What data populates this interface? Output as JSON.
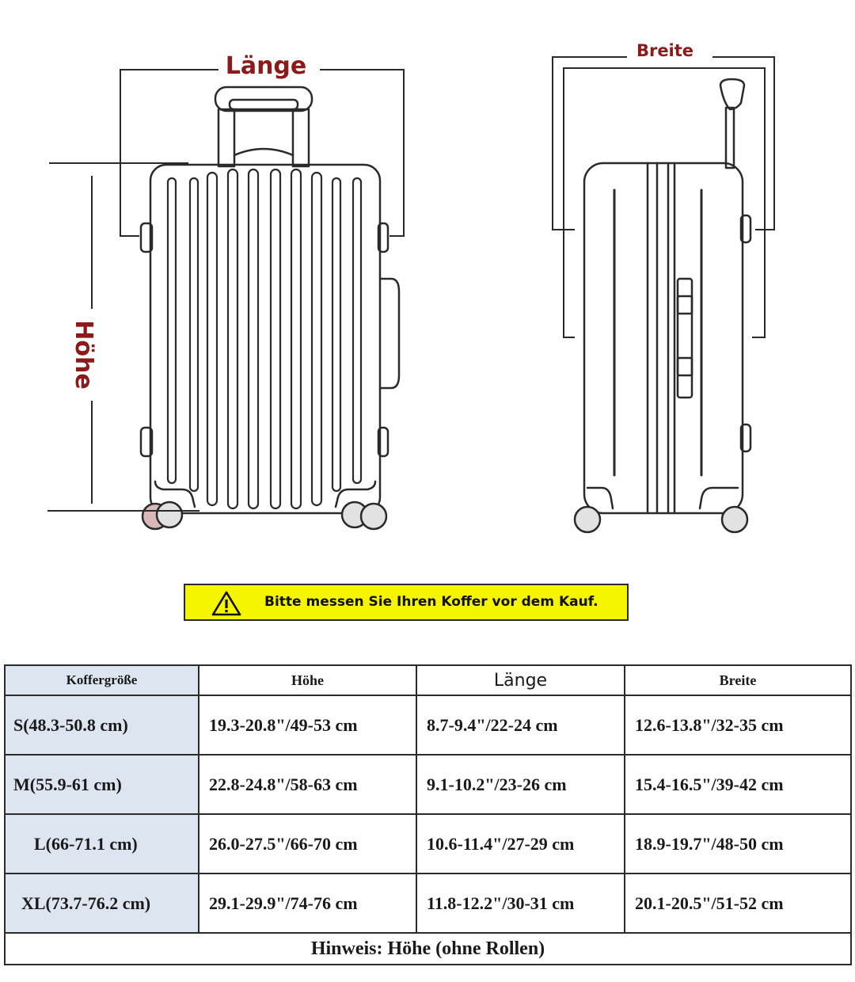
{
  "diagram": {
    "label_length": "Länge",
    "label_height": "Höhe",
    "label_width": "Breite",
    "label_color": "#8b1a1a"
  },
  "warning": {
    "icon": "warning-triangle-icon",
    "text": "Bitte messen Sie Ihren Koffer vor dem Kauf.",
    "background": "#f5f500"
  },
  "table": {
    "headers": [
      "Koffergröße",
      "Höhe",
      "Länge",
      "Breite"
    ],
    "rows": [
      {
        "size": "S(48.3-50.8 cm)",
        "hoehe": "19.3-20.8\"/49-53 cm",
        "laenge": "8.7-9.4\"/22-24 cm",
        "breite": "12.6-13.8\"/32-35 cm"
      },
      {
        "size": "M(55.9-61 cm)",
        "hoehe": "22.8-24.8\"/58-63 cm",
        "laenge": "9.1-10.2\"/23-26 cm",
        "breite": "15.4-16.5\"/39-42 cm"
      },
      {
        "size": "L(66-71.1 cm)",
        "hoehe": "26.0-27.5\"/66-70 cm",
        "laenge": "10.6-11.4\"/27-29 cm",
        "breite": "18.9-19.7\"/48-50 cm"
      },
      {
        "size": "XL(73.7-76.2 cm)",
        "hoehe": "29.1-29.9\"/74-76 cm",
        "laenge": "11.8-12.2\"/30-31 cm",
        "breite": "20.1-20.5\"/51-52 cm"
      }
    ],
    "footer": "Hinweis: Höhe (ohne Rollen)",
    "size_column_color": "#dde5f0"
  }
}
